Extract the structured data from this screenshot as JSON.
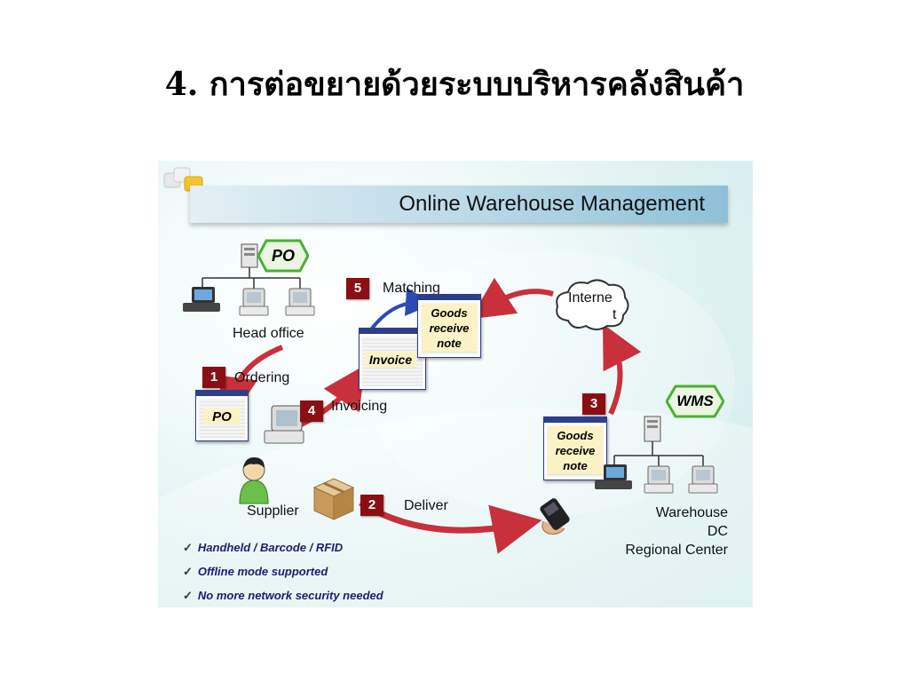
{
  "slide": {
    "title": "4. การต่อขยายด้วยระบบบริหารคลังสินค้า"
  },
  "figure": {
    "banner_title": "Online Warehouse Management",
    "head_office": {
      "badge": "PO",
      "label": "Head office"
    },
    "internet": {
      "line1": "Interne",
      "line2": "t"
    },
    "warehouse": {
      "badge": "WMS",
      "line1": "Warehouse",
      "line2": "DC",
      "line3": "Regional Center"
    },
    "supplier": {
      "label": "Supplier"
    },
    "steps": [
      {
        "num": "1",
        "label": "Ordering"
      },
      {
        "num": "2",
        "label": "Deliver"
      },
      {
        "num": "3",
        "label": ""
      },
      {
        "num": "4",
        "label": "Invoicing"
      },
      {
        "num": "5",
        "label": "Matching"
      }
    ],
    "docs": {
      "po": "PO",
      "invoice": "Invoice",
      "goods_receive_1": [
        "Goods",
        "receive",
        "note"
      ],
      "goods_receive_2": [
        "Goods",
        "receive",
        "note"
      ]
    },
    "bullets": [
      "Handheld / Barcode / RFID",
      "Offline mode supported",
      "No more network security needed"
    ]
  },
  "colors": {
    "badge": "#8b0f12",
    "arrow_red": "#c8303c",
    "arrow_blue": "#2a4ab8",
    "hex_green": "#4caf32",
    "doc_border": "#2c3e8c"
  }
}
